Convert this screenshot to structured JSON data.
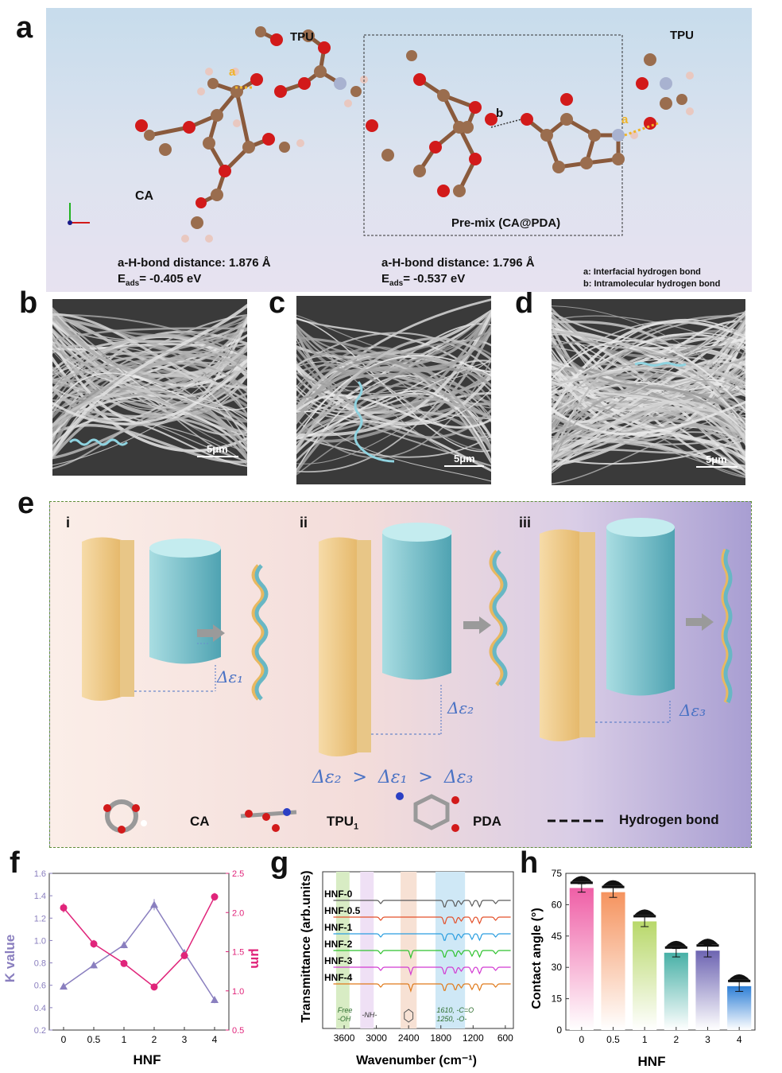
{
  "panel_labels": {
    "a": "a",
    "b": "b",
    "c": "c",
    "d": "d",
    "e": "e",
    "f": "f",
    "g": "g",
    "h": "h"
  },
  "panel_a": {
    "left_tpu_label": "TPU",
    "right_tpu_label": "TPU",
    "ca_label": "CA",
    "premix_label": "Pre-mix (CA@PDA)",
    "bond_a": "a",
    "bond_b": "b",
    "left_distance": "a-H-bond distance: 1.876 Å",
    "left_eads_prefix": "E",
    "left_eads_sub": "ads",
    "left_eads_value": "= -0.405 eV",
    "right_distance": "a-H-bond distance: 1.796 Å",
    "right_eads_prefix": "E",
    "right_eads_sub": "ads",
    "right_eads_value": "= -0.537 eV",
    "legend_a": "a: Interfacial hydrogen bond",
    "legend_b": "b: Intramolecular hydrogen bond"
  },
  "sem": {
    "scale_b": "5μm",
    "scale_c": "5μm",
    "scale_d": "5μm"
  },
  "panel_e": {
    "roman_i": "i",
    "roman_ii": "ii",
    "roman_iii": "iii",
    "delta_1": "Δε₁",
    "delta_2": "Δε₂",
    "delta_3": "Δε₃",
    "relation": "Δε₂  >  Δε₁  >  Δε₃",
    "legend_ca": "CA",
    "legend_tpu": "TPU",
    "legend_tpu_sub": "1",
    "legend_pda": "PDA",
    "legend_hbond": "Hydrogen bond"
  },
  "colors": {
    "k_value": "#8a7fbf",
    "um": "#e0247a",
    "bar_0": "#ef5fa6",
    "bar_05": "#f5935e",
    "bar_1": "#b8d86a",
    "bar_2": "#47b0a6",
    "bar_3": "#6d64b2",
    "bar_4": "#2e7fd6"
  },
  "chart_data": [
    {
      "id": "f",
      "type": "line",
      "categories": [
        "0",
        "0.5",
        "1",
        "2",
        "3",
        "4"
      ],
      "xlabel": "HNF",
      "ylabel_left": "K value",
      "ylabel_right": "μm",
      "ylim_left": [
        0.2,
        1.6
      ],
      "ylim_right": [
        0.5,
        2.5
      ],
      "yticks_left": [
        "0.2",
        "0.4",
        "0.6",
        "0.8",
        "1.0",
        "1.2",
        "1.4",
        "1.6"
      ],
      "yticks_right": [
        "0.5",
        "1.0",
        "1.5",
        "2.0",
        "2.5"
      ],
      "series": [
        {
          "axis": "left",
          "values": [
            0.59,
            0.78,
            0.96,
            1.32,
            0.89,
            0.47
          ],
          "errors": [
            0.02,
            0.03,
            0.03,
            0.05,
            0.03,
            0.03
          ]
        },
        {
          "axis": "right",
          "values": [
            2.06,
            1.6,
            1.35,
            1.05,
            1.45,
            2.2
          ],
          "errors": [
            0.06,
            0.05,
            0.04,
            0.04,
            0.04,
            0.05
          ]
        }
      ]
    },
    {
      "id": "g",
      "type": "line",
      "xlabel": "Wavenumber (cm⁻¹)",
      "ylabel": "Transmittance (arb.units)",
      "xticks": [
        "3600",
        "3000",
        "2400",
        "1800",
        "1200",
        "600"
      ],
      "series": [
        {
          "name": "HNF-0",
          "color": "#5a5a5a"
        },
        {
          "name": "HNF-0.5",
          "color": "#e4502a"
        },
        {
          "name": "HNF-1",
          "color": "#2a9ee0"
        },
        {
          "name": "HNF-2",
          "color": "#2ec22e"
        },
        {
          "name": "HNF-3",
          "color": "#d23ad2"
        },
        {
          "name": "HNF-4",
          "color": "#e07a1a"
        }
      ],
      "annotations": {
        "free_oh_1": "Free",
        "free_oh_2": "-OH",
        "nh": "-NH-",
        "co_1": "1610, -C=O",
        "co_2": "1250, -O-"
      }
    },
    {
      "id": "h",
      "type": "bar",
      "categories": [
        "0",
        "0.5",
        "1",
        "2",
        "3",
        "4"
      ],
      "values": [
        68,
        66,
        52,
        37,
        38,
        21
      ],
      "errors": [
        2,
        2.5,
        2.5,
        2,
        3,
        2.5
      ],
      "xlabel": "HNF",
      "ylabel": "Contact angle (°)",
      "ylim": [
        0,
        75
      ],
      "yticks": [
        "0",
        "15",
        "30",
        "45",
        "60",
        "75"
      ]
    }
  ]
}
